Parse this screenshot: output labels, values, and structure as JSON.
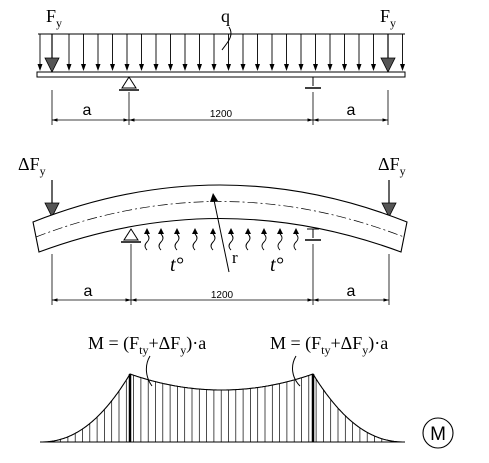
{
  "diagram": {
    "top_beam": {
      "left_force": "F",
      "left_force_sub": "y",
      "right_force": "F",
      "right_force_sub": "y",
      "distributed_load": "q",
      "dim_left": "a",
      "dim_middle": "1200",
      "dim_right": "a"
    },
    "bent_beam": {
      "left_force_prefix": "ΔF",
      "left_force_sub": "y",
      "right_force_prefix": "ΔF",
      "right_force_sub": "y",
      "temp_left": "t°",
      "temp_right": "t°",
      "radius": "r",
      "dim_left": "a",
      "dim_middle": "1200",
      "dim_right": "a"
    },
    "moment": {
      "left_formula_pre": "M = (F",
      "left_formula_sub1": "ty",
      "left_formula_mid": "+ΔF",
      "left_formula_sub2": "y",
      "left_formula_post": ")·a",
      "right_formula_pre": "M = (F",
      "right_formula_sub1": "ty",
      "right_formula_mid": "+ΔF",
      "right_formula_sub2": "y",
      "right_formula_post": ")·a",
      "circle_label": "M"
    }
  }
}
